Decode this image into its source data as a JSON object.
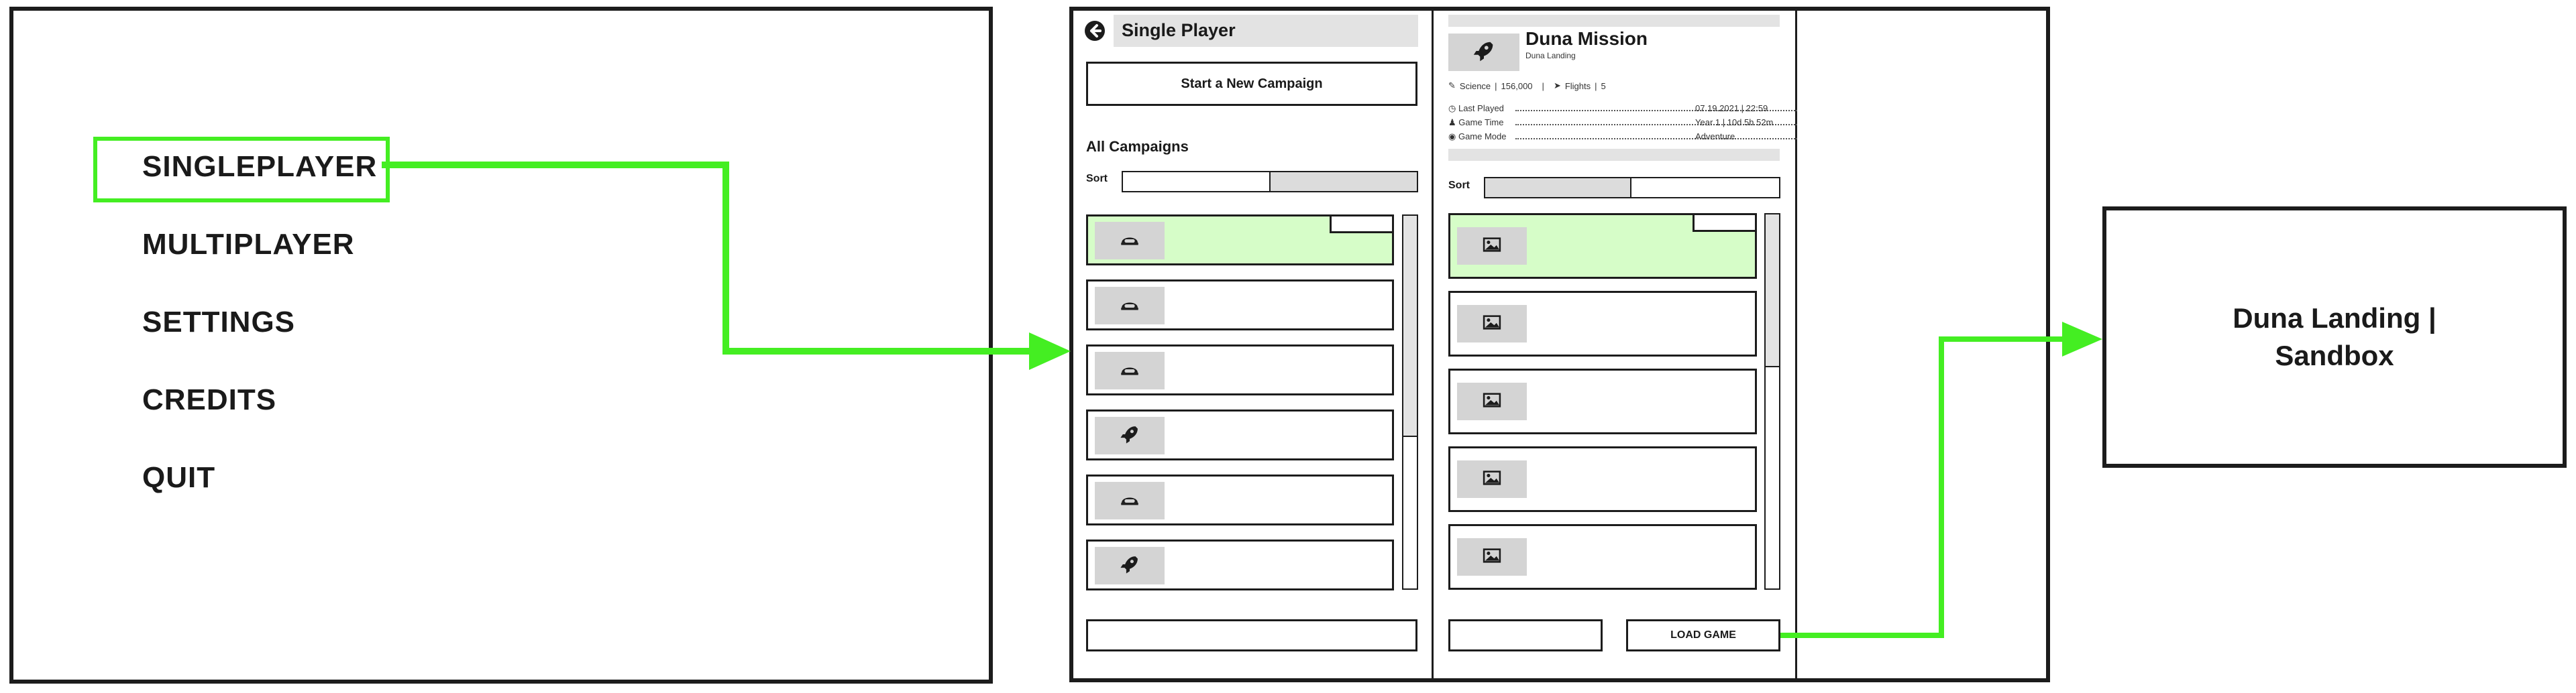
{
  "main_menu": {
    "items": [
      "SINGLEPLAYER",
      "MULTIPLAYER",
      "SETTINGS",
      "CREDITS",
      "QUIT"
    ],
    "highlighted": "SINGLEPLAYER"
  },
  "single_player": {
    "title": "Single Player",
    "new_campaign_label": "Start a New Campaign",
    "campaigns_heading": "All Campaigns",
    "sort_label": "Sort",
    "campaign_icons": [
      "helmet-icon",
      "helmet-icon",
      "helmet-icon",
      "rocket-icon",
      "helmet-icon",
      "rocket-icon"
    ],
    "selected_campaign_index": 0
  },
  "mission": {
    "title": "Duna Mission",
    "subtitle": "Duna Landing",
    "stats_science": "Science",
    "stats_science_value": "156,000",
    "stats_flights": "Flights",
    "stats_flights_value": "5",
    "last_played_label": "Last Played",
    "last_played_value": "07.19.2021 | 22:59",
    "game_time_label": "Game Time",
    "game_time_value": "Year 1 | 10d 5h 52m",
    "game_mode_label": "Game Mode",
    "game_mode_value": "Adventure",
    "sort_label": "Sort",
    "save_count": 5,
    "load_button": "LOAD GAME"
  },
  "result": {
    "text_line1": "Duna Landing |",
    "text_line2": "Sandbox"
  },
  "colors": {
    "accent_green": "#44ee22",
    "selected_fill": "#d6fdc8",
    "frame": "#1c1c1c",
    "placeholder_grey": "#e3e3e3"
  }
}
